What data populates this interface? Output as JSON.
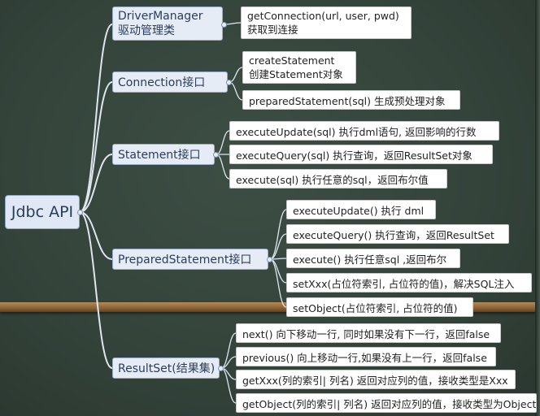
{
  "root": {
    "label": "Jdbc API"
  },
  "branches": [
    {
      "line1": "DriverManager",
      "line2": "驱动管理类",
      "leaves": [
        {
          "line1": "getConnection(url, user, pwd)",
          "line2": "获取到连接"
        }
      ]
    },
    {
      "line1": "Connection接口",
      "leaves": [
        {
          "line1": "createStatement",
          "line2": "创建Statement对象"
        },
        {
          "line1": "preparedStatement(sql) 生成预处理对象"
        }
      ]
    },
    {
      "line1": "Statement接口",
      "leaves": [
        {
          "line1": "executeUpdate(sql) 执行dml语句, 返回影响的行数"
        },
        {
          "line1": "executeQuery(sql) 执行查询，返回ResultSet对象"
        },
        {
          "line1": "execute(sql) 执行任意的sql，返回布尔值"
        }
      ]
    },
    {
      "line1": "PreparedStatement接口",
      "leaves": [
        {
          "line1": "executeUpdate() 执行 dml"
        },
        {
          "line1": "executeQuery() 执行查询，返回ResultSet"
        },
        {
          "line1": "execute() 执行任意sql ,返回布尔"
        },
        {
          "line1": "setXxx(占位符索引, 占位符的值)，解决SQL注入"
        },
        {
          "line1": "setObject(占位符索引, 占位符的值)"
        }
      ]
    },
    {
      "line1": "ResultSet(结果集)",
      "leaves": [
        {
          "line1": "next() 向下移动一行, 同时如果没有下一行，返回false"
        },
        {
          "line1": "previous() 向上移动一行,如果没有上一行，返回false"
        },
        {
          "line1": "getXxx(列的索引| 列名) 返回对应列的值，接收类型是Xxx"
        },
        {
          "line1": "getObject(列的索引| 列名) 返回对应列的值，接收类型为Object"
        }
      ]
    }
  ]
}
